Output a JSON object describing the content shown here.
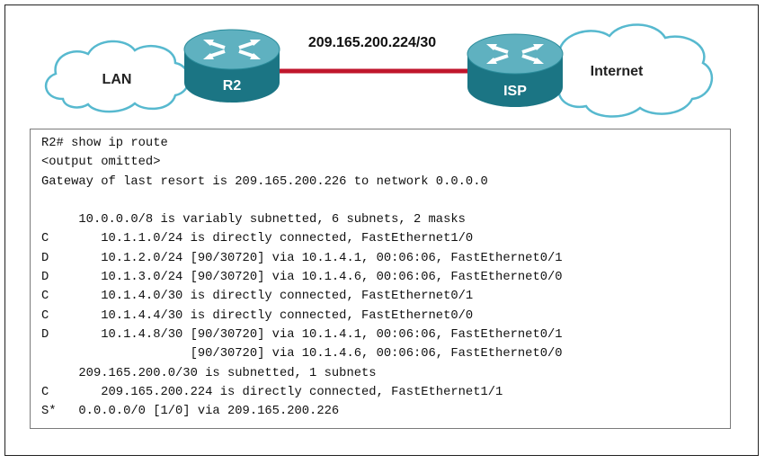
{
  "topology": {
    "network_label": "209.165.200.224/30",
    "lan_label": "LAN",
    "internet_label": "Internet",
    "r2_label": "R2",
    "isp_label": "ISP",
    "router_color": "#1e7f8e",
    "router_top_color": "#6ab8c6",
    "link_color": "#c0162c"
  },
  "terminal": {
    "lines": [
      "R2# show ip route",
      "<output omitted>",
      "Gateway of last resort is 209.165.200.226 to network 0.0.0.0",
      "",
      "     10.0.0.0/8 is variably subnetted, 6 subnets, 2 masks",
      "C       10.1.1.0/24 is directly connected, FastEthernet1/0",
      "D       10.1.2.0/24 [90/30720] via 10.1.4.1, 00:06:06, FastEthernet0/1",
      "D       10.1.3.0/24 [90/30720] via 10.1.4.6, 00:06:06, FastEthernet0/0",
      "C       10.1.4.0/30 is directly connected, FastEthernet0/1",
      "C       10.1.4.4/30 is directly connected, FastEthernet0/0",
      "D       10.1.4.8/30 [90/30720] via 10.1.4.1, 00:06:06, FastEthernet0/1",
      "                    [90/30720] via 10.1.4.6, 00:06:06, FastEthernet0/0",
      "     209.165.200.0/30 is subnetted, 1 subnets",
      "C       209.165.200.224 is directly connected, FastEthernet1/1",
      "S*   0.0.0.0/0 [1/0] via 209.165.200.226"
    ]
  }
}
